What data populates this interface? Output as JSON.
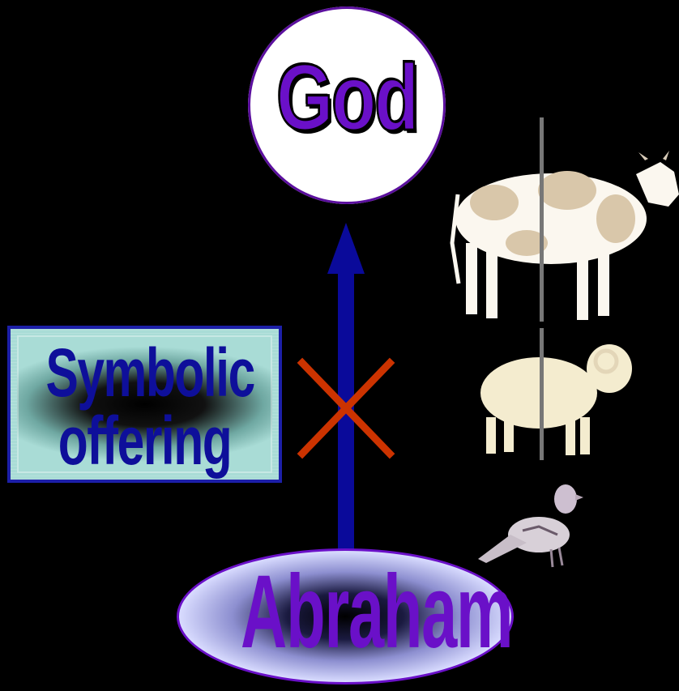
{
  "diagram": {
    "top_node": {
      "label": "God"
    },
    "side_box": {
      "line1": "Symbolic",
      "line2": "offering"
    },
    "bottom_node": {
      "label": "Abraham"
    },
    "icons": {
      "arrow": "up-arrow-icon",
      "cross": "cross-icon",
      "animals": [
        "cow-icon",
        "ram-icon",
        "pigeon-icon"
      ]
    },
    "colors": {
      "background": "#000000",
      "god_text": "#6a10c8",
      "offering_text": "#0e0f9a",
      "arrow": "#0a0a9a",
      "cross": "#cc3300",
      "divider": "#777777"
    }
  }
}
